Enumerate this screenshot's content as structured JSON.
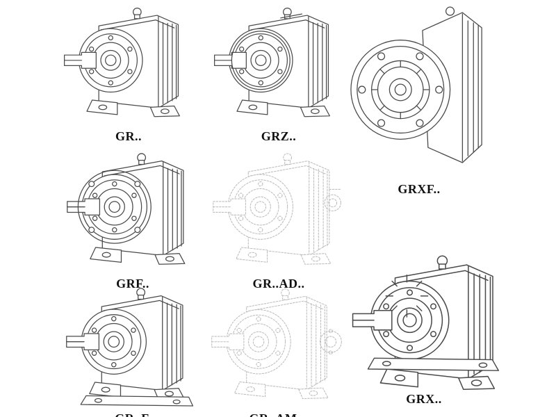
{
  "page": {
    "background": "#ffffff",
    "description": "Catalog sheet of helical gear reducer models shown as technical line drawings"
  },
  "colors": {
    "line": "#4a4a4a",
    "ghost_line": "#bdbdbd",
    "label_text": "#111111"
  },
  "catalog": {
    "items": [
      {
        "id": "gr",
        "label": "GR..",
        "drawing": "inline-helical-gearbox-foot-mounted",
        "style": "solid"
      },
      {
        "id": "grz",
        "label": "GRZ..",
        "drawing": "inline-helical-gearbox-foot-mounted",
        "style": "solid"
      },
      {
        "id": "grxf",
        "label": "GRXF..",
        "drawing": "flange-mounted-gearbox-front-view",
        "style": "solid"
      },
      {
        "id": "grf",
        "label": "GRF..",
        "drawing": "flange-foot-gearbox",
        "style": "solid"
      },
      {
        "id": "grad",
        "label": "GR..AD..",
        "drawing": "gearbox-with-input-adapter",
        "style": "ghost"
      },
      {
        "id": "grff",
        "label": "GR..F",
        "drawing": "gearbox-with-base-plate",
        "style": "solid"
      },
      {
        "id": "gram",
        "label": "GR..AM..",
        "drawing": "gearbox-with-motor-adapter",
        "style": "ghost"
      },
      {
        "id": "grx",
        "label": "GRX..",
        "drawing": "large-inline-gearbox-ribbed-bearing",
        "style": "solid"
      }
    ]
  }
}
